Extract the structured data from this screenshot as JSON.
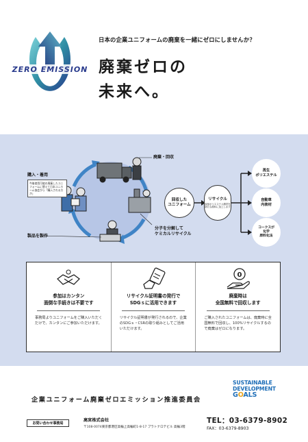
{
  "header": {
    "logo_text": "ZERO EMISSION",
    "tagline": "日本の企業ユニフォームの廃棄を一緒にゼロにしませんか？",
    "headline_line1": "廃棄ゼロの",
    "headline_line2": "未来へ。"
  },
  "cycle": {
    "stage_collect": "廃棄・回収",
    "stage_purchase": "購入・着用",
    "stage_purchase_note": "今後使用可能の廃棄したユニフォームに替えて日本ユニホーム協会から「購入される方が」",
    "stage_manufacture": "製品を製作",
    "stage_decompose": "分子を分解して\nケミカルリサイクル",
    "flow_collected": "回収した\nユニフォーム",
    "flow_recycle": "リサイクル",
    "flow_recycle_sub": "製品ポリエステル廃材を新たな原料に加工します",
    "results": [
      "再生\nポリエステル",
      "自動車\n内装材",
      "コークスが\n化学\n原料化法"
    ]
  },
  "features": [
    {
      "icon": "handshake-icon",
      "title": "参加はカンタン\n面倒な手続きは不要です",
      "body": "事務局よりユニフォームをご購入いただくだけで、カンタンにご参加いただけます。"
    },
    {
      "icon": "certificate-icon",
      "title": "リサイクル証明書の発行で\nSDGｓに活用できます",
      "body": "リサイクル証明書が発行されるので、企業のSDGｓ・CSRの取り組みとしてご活用いただけます。"
    },
    {
      "icon": "coin-hand-icon",
      "title": "廃棄時は\n全国無料で回収します",
      "body": "ご購入されたユニフォームは、廃棄時に全国無料で回収し、100%リサイクルするので廃棄はゼロになります。"
    }
  ],
  "footer": {
    "committee": "企業ユニフォーム廃棄ゼロエミッション推進委員会",
    "sdg_line1": "SUSTAINABLE",
    "sdg_line2": "DEVELOPMENT",
    "sdg_line3_a": "G",
    "sdg_line3_b": "O",
    "sdg_line3_c": "ALS",
    "inquiry_label": "お問い合わせ事務局",
    "company": "高宮株式会社",
    "address": "〒108-0074東京都港区高輪上高輪町1-8-17 プラトナロテビル 高輪3階",
    "tel": "TEL：03-6379-8902",
    "fax": "FAX：03-6379-8903"
  },
  "colors": {
    "panel_bg": "#d3dcef",
    "logo_teal": "#2f8ea4",
    "logo_blue": "#283a8c",
    "sdg_blue": "#1f6fb8",
    "sdg_orange": "#e8a21b"
  }
}
